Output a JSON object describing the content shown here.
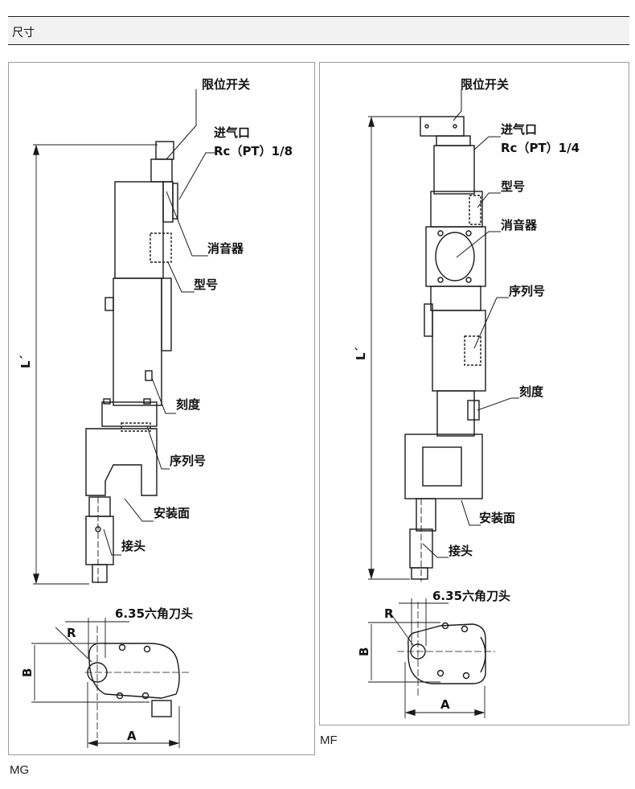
{
  "header": {
    "title": "尺寸"
  },
  "mg": {
    "caption": "MG",
    "labels": {
      "limit_switch": "限位开关",
      "air_inlet": "进气口",
      "air_inlet_spec": "Rc（PT）1/8",
      "muffler": "消音器",
      "model": "型号",
      "scale": "刻度",
      "serial": "序列号",
      "mount_face": "安装面",
      "connector": "接头",
      "length": "L´",
      "bit": "6.35六角刀头",
      "r": "R",
      "a": "A",
      "b": "B"
    }
  },
  "mf": {
    "caption": "MF",
    "labels": {
      "limit_switch": "限位开关",
      "air_inlet": "进气口",
      "air_inlet_spec": "Rc（PT）1/4",
      "model": "型号",
      "muffler": "消音器",
      "serial": "序列号",
      "scale": "刻度",
      "mount_face": "安装面",
      "connector": "接头",
      "length": "L´",
      "bit": "6.35六角刀头",
      "r": "R",
      "a": "A",
      "b": "B"
    }
  },
  "colors": {
    "line": "#1a1a1a",
    "header_bg": "#f2f2f2",
    "frame": "#9a9a9a"
  }
}
